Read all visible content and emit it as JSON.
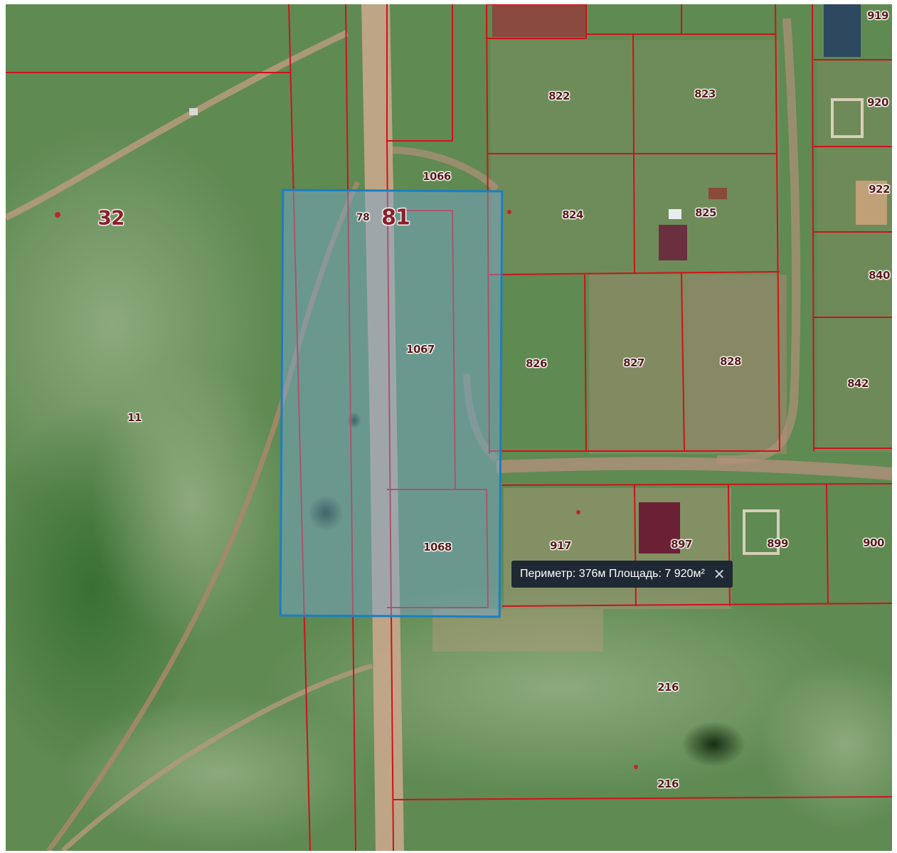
{
  "map": {
    "quarter_labels": [
      "81",
      "32"
    ],
    "parcels": [
      "78",
      "1066",
      "1067",
      "1068",
      "822",
      "823",
      "824",
      "825",
      "826",
      "827",
      "828",
      "840",
      "842",
      "917",
      "897",
      "899",
      "900",
      "919",
      "920",
      "922",
      "11",
      "216",
      "216"
    ]
  },
  "measure_tooltip": {
    "text": "Периметр: 376м Площадь: 7 920м²",
    "close_icon": "close-icon"
  },
  "colors": {
    "parcel_border": "#d0121b",
    "selection_border": "#1a7fc4",
    "selection_fill": "#7aa8d8",
    "tooltip_bg": "#1f2933"
  }
}
